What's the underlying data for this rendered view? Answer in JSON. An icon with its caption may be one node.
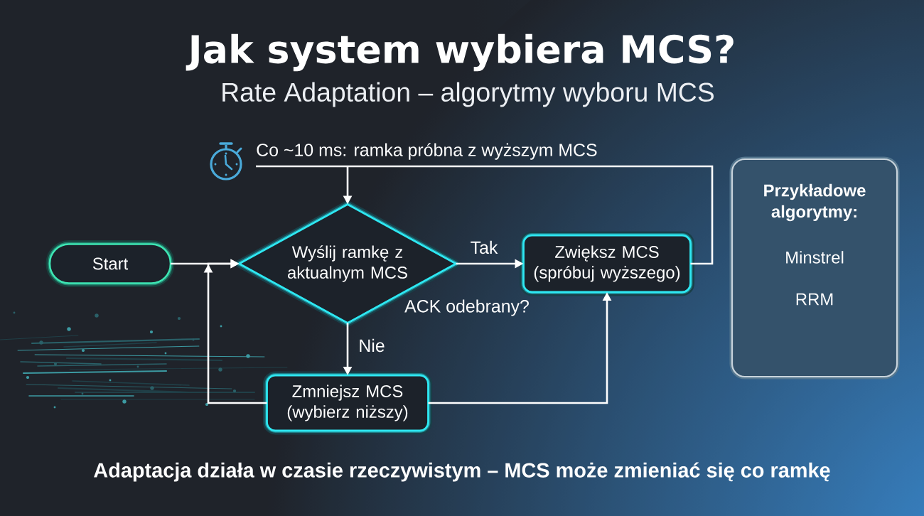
{
  "diagram": {
    "title": "Jak system wybiera MCS?",
    "caption": "Adaptacja działa w czasie rzeczywistym – MCS może zmieniać się co ramkę",
    "nodes": [
      {
        "text": [
          "Start"
        ]
      },
      {
        "text": [
          "Wyślij ramkę z aktualnym MCS"
        ],
        "beside": [
          "ACK odebrany?"
        ]
      },
      {
        "text": [
          "Zwiększ MCS (spróbuj wyższego)"
        ]
      },
      {
        "text": [
          "Zmniejsz MCS (wybierz niższy)"
        ]
      },
      {
        "text": [
          "Przykładowe algorytmy:",
          "Minstrel",
          "RRM"
        ]
      }
    ],
    "edges": [
      {
        "from": 0,
        "to": 1,
        "arrow": "to"
      },
      {
        "from": 3,
        "to": 1,
        "arrow": "to"
      },
      {
        "from": 1,
        "to": 2,
        "arrow": "to",
        "label": "Tak"
      },
      {
        "from": 1,
        "to": 3,
        "arrow": "to",
        "label": "Nie"
      },
      {
        "from": 3,
        "to": 2,
        "arrow": "to"
      },
      {
        "from": 2,
        "to": 1,
        "arrow": "to",
        "label": "Co ~10 ms: ramka próbna z wyższym MCS"
      }
    ],
    "labels": [
      "Rate Adaptation – algorytmy wyboru MCS"
    ]
  }
}
